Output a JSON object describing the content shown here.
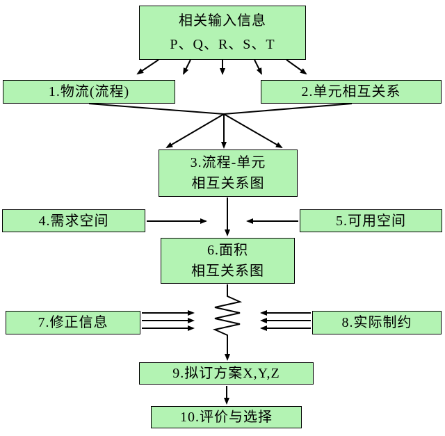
{
  "colors": {
    "background": "#ffffff",
    "box_fill": "#b3f3b3",
    "box_border": "#000000",
    "arrow": "#000000",
    "text": "#000000"
  },
  "nodes": {
    "input": {
      "line1": "相关输入信息",
      "line2": "P、Q、R、S、T"
    },
    "n1": {
      "label": "1.物流(流程)"
    },
    "n2": {
      "label": "2.单元相互关系"
    },
    "n3": {
      "line1": "3.流程-单元",
      "line2": "相互关系图"
    },
    "n4": {
      "label": "4.需求空间"
    },
    "n5": {
      "label": "5.可用空间"
    },
    "n6": {
      "line1": "6.面积",
      "line2": "相互关系图"
    },
    "n7": {
      "label": "7.修正信息"
    },
    "n8": {
      "label": "8.实际制约"
    },
    "n9": {
      "label": "9.拟订方案X,Y,Z"
    },
    "n10": {
      "label": "10.评价与选择"
    }
  },
  "edges": [
    {
      "from": "input",
      "to": "fan-of-five-arrows"
    },
    {
      "from": "n1",
      "to": "n3"
    },
    {
      "from": "n2",
      "to": "n3"
    },
    {
      "from": "n4",
      "to": "n3-n6-link"
    },
    {
      "from": "n5",
      "to": "n3-n6-link"
    },
    {
      "from": "n3",
      "to": "n6"
    },
    {
      "from": "n6",
      "to": "n9",
      "style": "zigzag"
    },
    {
      "from": "n7",
      "to": "zigzag",
      "style": "triple-arrow"
    },
    {
      "from": "n8",
      "to": "zigzag",
      "style": "triple-arrow"
    },
    {
      "from": "n9",
      "to": "n10"
    }
  ]
}
